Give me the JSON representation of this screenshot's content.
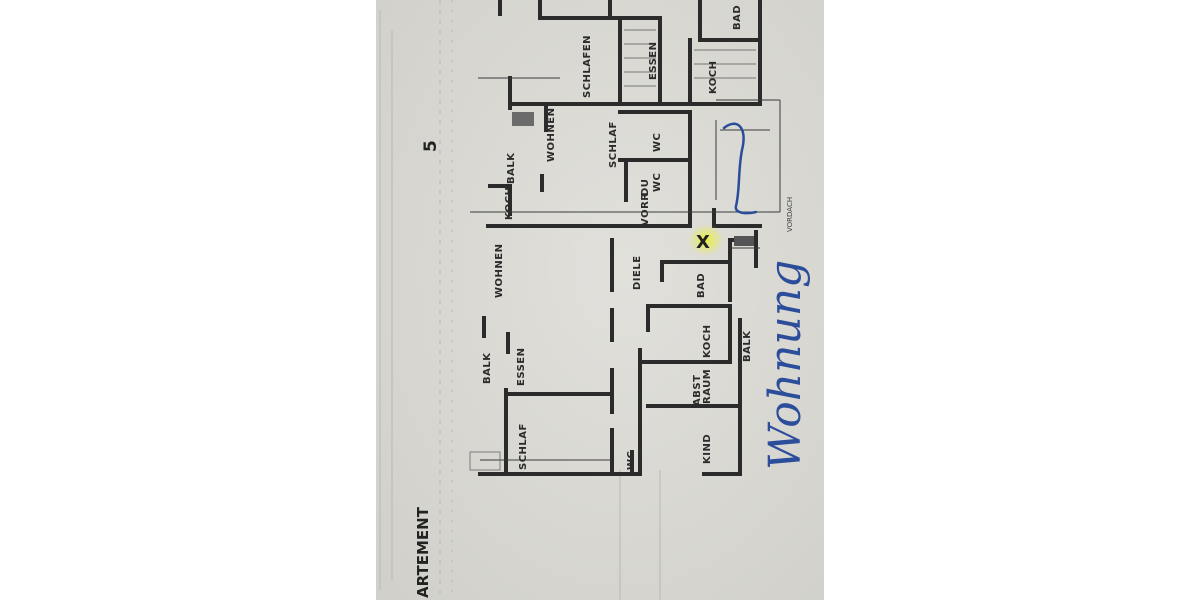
{
  "plan": {
    "section_title": "ARTEMENT",
    "apartment_number": "5",
    "handwritten_note": "Wohnung",
    "marker": "X",
    "colors": {
      "paper": "#dddcd7",
      "ink": "#2b2b2b",
      "highlight": "#e6f23a",
      "pen": "#2b4d9a"
    },
    "rooms": {
      "schlafen_top": "SCHLAFEN",
      "essen_top": "ESSEN",
      "bad_top": "BAD",
      "koch_top": "KOCH",
      "wohnen_upper": "WOHNEN",
      "balk_upper": "BALK",
      "koch_upper": "KOCH",
      "schlaf_upper": "SCHLAF",
      "wc_upper": "WC",
      "du_wc": "DU\nWC",
      "vorr": "VORR",
      "vordach": "VORDACH",
      "wohnen_main": "WOHNEN",
      "diele": "DIELE",
      "bad_main": "BAD",
      "balk_left": "BALK",
      "essen_main": "ESSEN",
      "koch_main": "KOCH",
      "balk_right": "BALK",
      "abst_raum": "ABST\nRAUM",
      "schlaf_main": "SCHLAF",
      "wc_main": "WC",
      "kind": "KIND"
    }
  }
}
